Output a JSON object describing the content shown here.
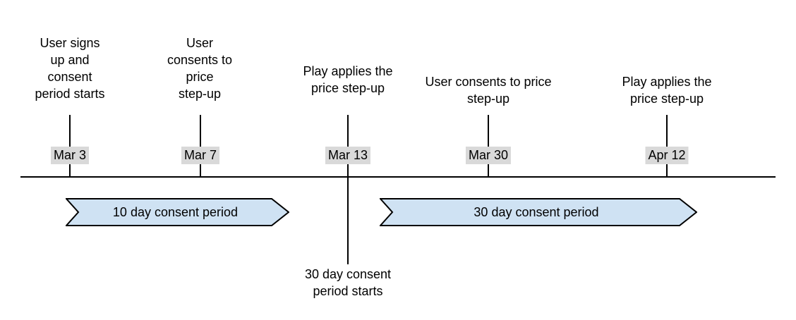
{
  "timeline": {
    "events": [
      {
        "label": "User signs\nup and\nconsent\nperiod starts",
        "date": "Mar 3"
      },
      {
        "label": "User\nconsents to\nprice\nstep-up",
        "date": "Mar 7"
      },
      {
        "label": "Play applies the\nprice step-up",
        "date": "Mar 13"
      },
      {
        "label": "User consents to price\nstep-up",
        "date": "Mar 30"
      },
      {
        "label": "Play applies the\nprice step-up",
        "date": "Apr 12"
      }
    ],
    "periods": [
      {
        "label": "10 day consent period"
      },
      {
        "label": "30 day consent period"
      }
    ],
    "annotation": "30 day consent\nperiod starts",
    "colors": {
      "period_fill": "#cfe2f3",
      "period_stroke": "#000000",
      "date_chip_bg": "#d9d9d9",
      "axis_line": "#000000",
      "text": "#000000"
    }
  }
}
